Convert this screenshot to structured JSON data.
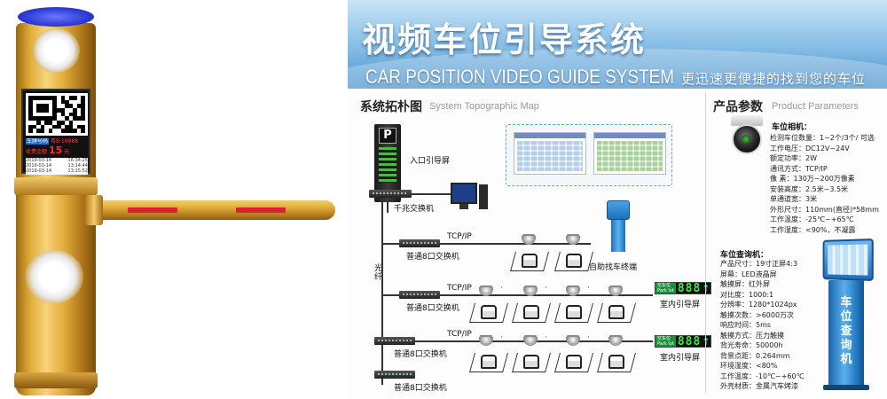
{
  "gate": {
    "screen": {
      "plate_label": "车牌号码",
      "plate": "粤B·16888",
      "fee_label": "收费金额",
      "fee": "15",
      "fee_unit": "元",
      "log": [
        {
          "date": "2019-03-14",
          "time": "16:34:25"
        },
        {
          "date": "2019-03-14",
          "time": "13:14:44"
        },
        {
          "date": "2019-03-14",
          "time": "13:15:52"
        }
      ]
    },
    "colors": {
      "body": "#e0ad3a",
      "cap": "#2e3bd6",
      "stripe": "#d8232a"
    }
  },
  "poster": {
    "title": "视频车位引导系统",
    "title_en": "CAR POSITION VIDEO GUIDE SYSTEM",
    "slogan": "更迅速更便捷的找到您的车位",
    "topology": {
      "title": "系统拓朴图",
      "subtitle": "System Topographic Map",
      "entrance_screen": "入口引导屏",
      "main_switch": "千兆交换机",
      "fiber": "光纤",
      "tcpip": "TCP/IP",
      "switch_8port": "普通8口交换机",
      "kiosk": "自助找车终端",
      "indoor_screen": "室内引导屏",
      "led_tag": [
        "空车位",
        "Park lot"
      ],
      "led_value": "888"
    },
    "params": {
      "title": "产品参数",
      "subtitle": "Product Parameters",
      "camera": {
        "title": "车位相机：",
        "rows": [
          "检测车位数量：1~2个/3个/ 可选",
          "工作电压：DC12V~24V",
          "额定功率：2W",
          "通讯方式：TCP/IP",
          "像    素：130万~200万像素",
          "安装高度：2.5米~3.5米",
          "单通道宽：3米",
          "外形尺寸：110mm(直径)*58mm",
          "工作温度：-25℃~+65℃",
          "工作湿度：<90%，不凝露"
        ]
      },
      "kiosk": {
        "title": "车位查询机：",
        "rows": [
          "产品尺寸：19寸正屏4:3",
          "屏幕：LED液晶屏",
          "触摸屏：红外屏",
          "对比度：1000:1",
          "分辨率：1280*1024px",
          "触摸次数：>6000万次",
          "响应时间：5ms",
          "触摸方式：压力触摸",
          "背光寿命：50000h",
          "背景点距：0.264mm",
          "环境湿度：<80%",
          "工作温度：-10℃~+60℃",
          "外壳材质：金属汽车烤漆"
        ],
        "label": "车位查询机"
      }
    },
    "colors": {
      "banner": "#4f96cf",
      "led": "#3ee845"
    }
  }
}
